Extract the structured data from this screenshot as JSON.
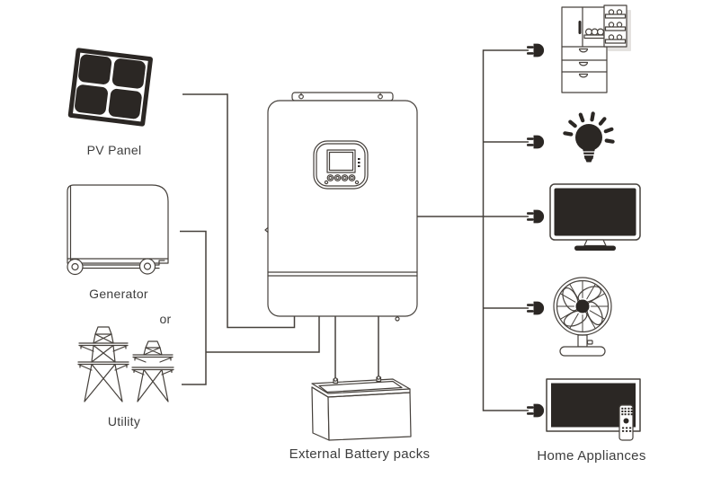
{
  "labels": {
    "pv_panel": "PV Panel",
    "generator": "Generator",
    "or": "or",
    "utility": "Utility",
    "battery": "External Battery packs",
    "appliances": "Home Appliances"
  },
  "icons": {
    "pv_panel": "solar-panel-icon",
    "generator": "generator-icon",
    "utility": "transmission-towers-icon",
    "inverter": "inverter-unit-icon",
    "battery": "battery-pack-icon",
    "refrigerator": "refrigerator-icon",
    "bulb": "light-bulb-icon",
    "monitor": "monitor-icon",
    "fan": "desk-fan-icon",
    "tv": "television-remote-icon",
    "plug": "power-plug-icon",
    "wires": "connection-wires"
  },
  "colors": {
    "line": "#46413c",
    "fill": "#2b2724",
    "text": "#3d3d3d",
    "bg": "#ffffff"
  }
}
